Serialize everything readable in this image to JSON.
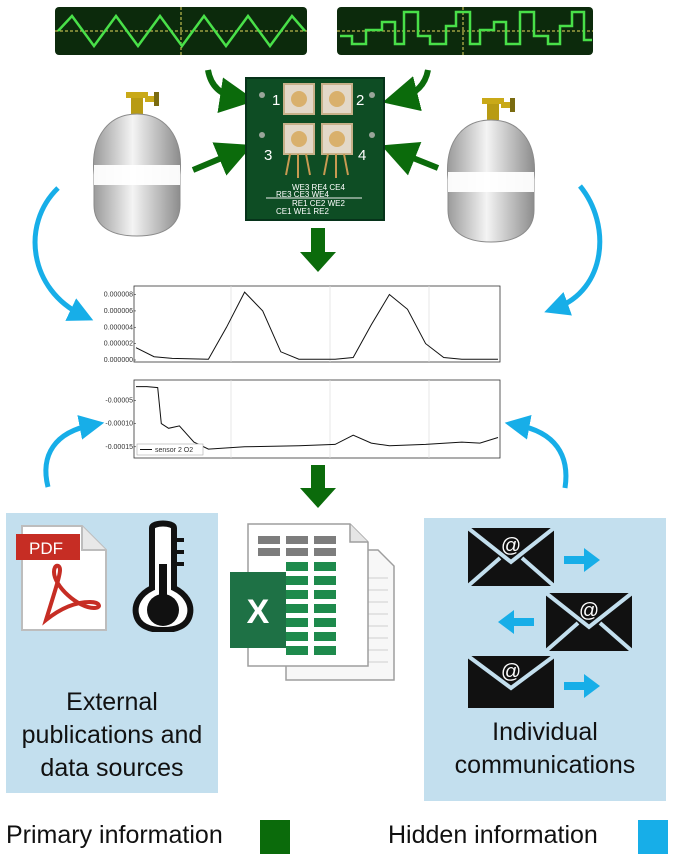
{
  "colors": {
    "primary": "#0b6b0b",
    "hidden": "#17aee8",
    "panel": "#c3dfee"
  },
  "pcb": {
    "sensor_numbers": [
      "1",
      "2",
      "3",
      "4"
    ],
    "pin_labels_top": "WE3   RE4   CE4",
    "pin_labels_mid1": "RE3   CE3   WE4",
    "pin_labels_mid2": "RE1   CE2   WE2",
    "pin_labels_bottom": "CE1   WE1   RE2"
  },
  "chart_data": [
    {
      "type": "line",
      "yticks": [
        "0.000008",
        "0.000006",
        "0.000004",
        "0.000002",
        "0.000000"
      ],
      "series": [
        {
          "x": [
            0,
            0.05,
            0.1,
            0.2,
            0.25,
            0.3,
            0.35,
            0.4,
            0.45,
            0.5,
            0.55,
            0.6,
            0.65,
            0.7,
            0.75,
            0.8,
            0.85,
            0.9,
            0.95,
            1.0
          ],
          "values": [
            1.5e-06,
            4e-07,
            2e-07,
            1e-07,
            4e-06,
            8.3e-06,
            6e-06,
            1e-06,
            1e-07,
            1e-07,
            1e-07,
            3e-07,
            4.3e-06,
            8e-06,
            6.2e-06,
            2e-06,
            3e-07,
            1e-07,
            1e-07,
            1e-07
          ]
        }
      ]
    },
    {
      "type": "line",
      "yticks": [
        "-0.00005",
        "-0.00010",
        "-0.00015"
      ],
      "legend": [
        "sensor 2 O2"
      ],
      "series": [
        {
          "name": "sensor 2 O2",
          "x": [
            0,
            0.03,
            0.06,
            0.07,
            0.09,
            0.12,
            0.16,
            0.2,
            0.3,
            0.45,
            0.55,
            0.6,
            0.65,
            0.7,
            0.8,
            0.9,
            0.95,
            1.0
          ],
          "values": [
            -2e-05,
            -2e-05,
            -2.2e-05,
            -0.0001,
            -0.00011,
            -0.000105,
            -0.00014,
            -0.000155,
            -0.00015,
            -0.000148,
            -0.000145,
            -0.000125,
            -0.000142,
            -0.000148,
            -0.000145,
            -0.00014,
            -0.000142,
            -0.00013
          ]
        }
      ]
    }
  ],
  "icons": {
    "pdf_label": "PDF",
    "excel_letter": "X",
    "email_symbol": "@"
  },
  "captions": {
    "external": "External publications and data sources",
    "individual": "Individual communications"
  },
  "legend": {
    "primary": "Primary information",
    "hidden": "Hidden information"
  }
}
